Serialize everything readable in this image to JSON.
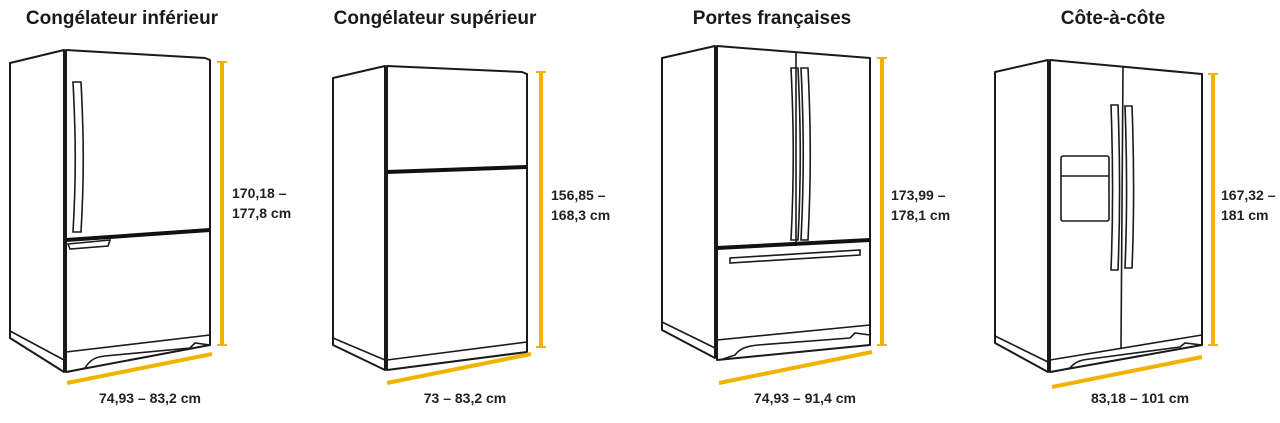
{
  "colors": {
    "dimension": "#F0B400",
    "outline": "#1a1a1a"
  },
  "fridges": [
    {
      "title": "Congélateur inférieur",
      "height_line1": "170,18 –",
      "height_line2": "177,8 cm",
      "width": "74,93 – 83,2 cm"
    },
    {
      "title": "Congélateur supérieur",
      "height_line1": "156,85 –",
      "height_line2": "168,3 cm",
      "width": "73 – 83,2 cm"
    },
    {
      "title": "Portes françaises",
      "height_line1": "173,99 –",
      "height_line2": "178,1 cm",
      "width": "74,93 – 91,4 cm"
    },
    {
      "title": "Côte-à-côte",
      "height_line1": "167,32 –",
      "height_line2": "181 cm",
      "width": "83,18 – 101 cm"
    }
  ]
}
